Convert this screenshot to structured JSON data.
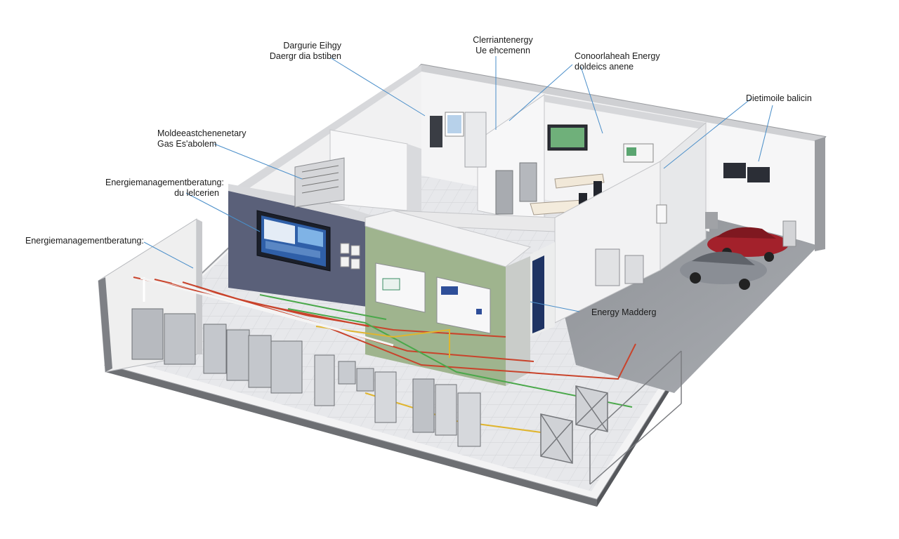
{
  "callouts": {
    "c1": {
      "line1": "Dargurie Eihgy",
      "line2": "Daergr dia bstiben"
    },
    "c2": {
      "line1": "Clerriantenergy",
      "line2": "Ue ehcemenn"
    },
    "c3": {
      "line1": "Conoorlaheah Energy",
      "line2": "doldeics anene"
    },
    "c4": {
      "line1": "Dietimoile balicin"
    },
    "c5": {
      "line1": "Moldeeastchenenetary",
      "line2": "Gas Es'abolem"
    },
    "c6": {
      "line1": "Energiemanagementberatung:",
      "line2": "du lelcerien"
    },
    "c7": {
      "line1": "Energiemanagementberatung:"
    },
    "c8": {
      "line1": "Energy Madderg"
    }
  },
  "colors": {
    "floor": "#dcdde0",
    "wall_light": "#eeeeef",
    "wall_dark": "#5a6079",
    "wall_green": "#9fb48e",
    "leader": "#4a8ec9",
    "wire_red": "#c9432b",
    "wire_green": "#4aa84a",
    "wire_yellow": "#e0b52e",
    "car_red": "#a3212b",
    "car_gray": "#8a8e95"
  }
}
